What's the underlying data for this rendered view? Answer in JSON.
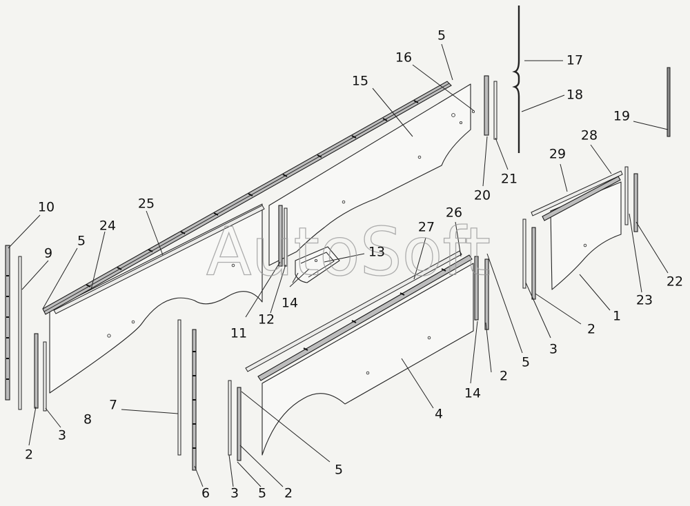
{
  "watermark": "AutoSoft",
  "callouts": [
    {
      "id": "c10",
      "text": "10"
    },
    {
      "id": "c9",
      "text": "9"
    },
    {
      "id": "c5a",
      "text": "5"
    },
    {
      "id": "c24",
      "text": "24"
    },
    {
      "id": "c25",
      "text": "25"
    },
    {
      "id": "c2a",
      "text": "2"
    },
    {
      "id": "c3a",
      "text": "3"
    },
    {
      "id": "c8",
      "text": "8"
    },
    {
      "id": "c7",
      "text": "7"
    },
    {
      "id": "c6",
      "text": "6"
    },
    {
      "id": "c3b",
      "text": "3"
    },
    {
      "id": "c5b",
      "text": "5"
    },
    {
      "id": "c2b",
      "text": "2"
    },
    {
      "id": "c5c",
      "text": "5"
    },
    {
      "id": "c4",
      "text": "4"
    },
    {
      "id": "c14a",
      "text": "14"
    },
    {
      "id": "c2c",
      "text": "2"
    },
    {
      "id": "c5d",
      "text": "5"
    },
    {
      "id": "c11",
      "text": "11"
    },
    {
      "id": "c12",
      "text": "12"
    },
    {
      "id": "c14b",
      "text": "14"
    },
    {
      "id": "c13",
      "text": "13"
    },
    {
      "id": "c27",
      "text": "27"
    },
    {
      "id": "c26",
      "text": "26"
    },
    {
      "id": "c15",
      "text": "15"
    },
    {
      "id": "c16",
      "text": "16"
    },
    {
      "id": "c5e",
      "text": "5"
    },
    {
      "id": "c20",
      "text": "20"
    },
    {
      "id": "c21",
      "text": "21"
    },
    {
      "id": "c17",
      "text": "17"
    },
    {
      "id": "c18",
      "text": "18"
    },
    {
      "id": "c19",
      "text": "19"
    },
    {
      "id": "c28",
      "text": "28"
    },
    {
      "id": "c29",
      "text": "29"
    },
    {
      "id": "c1",
      "text": "1"
    },
    {
      "id": "c2d",
      "text": "2"
    },
    {
      "id": "c3c",
      "text": "3"
    },
    {
      "id": "c23",
      "text": "23"
    },
    {
      "id": "c22",
      "text": "22"
    }
  ]
}
